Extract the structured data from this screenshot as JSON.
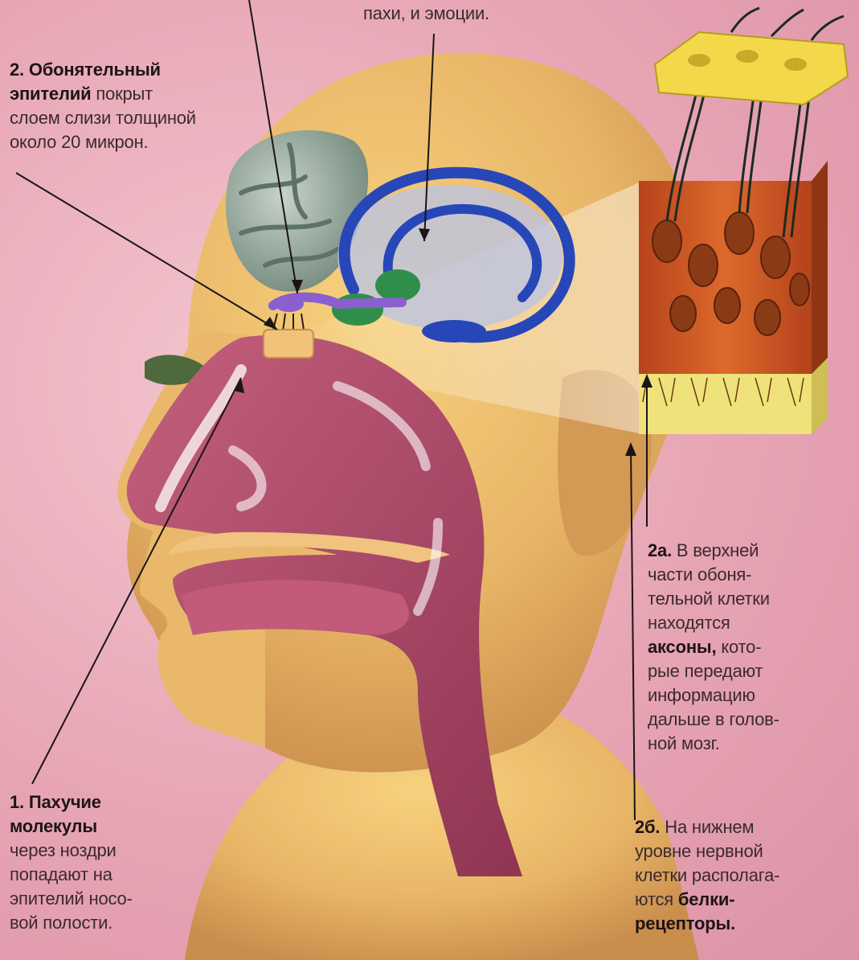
{
  "colors": {
    "background": "#e7a5b4",
    "skin": "#e7b56e",
    "nasal_cavity": "#b14d6c",
    "brain": "#8fa396",
    "limbic": "#2747b8",
    "bulb": "#8a5fd0",
    "cells": "#c5541f",
    "axon_block": "#f3d84a"
  },
  "labels": {
    "top_left": {
      "line1": ""
    },
    "top_center": {
      "line1": "пахи, и эмоции."
    },
    "epithelium": {
      "num": "2.",
      "bold1": "Обонятельный",
      "bold2": "эпителий",
      "line2_rest": " покрыт",
      "line3": "слоем слизи толщиной",
      "line4": "около 20 микрон."
    },
    "axons": {
      "num": "2а.",
      "l1_rest": " В верхней",
      "l2": "части обоня-",
      "l3": "тельной клетки",
      "l4": "находятся",
      "bold": "аксоны,",
      "l5_rest": " кото-",
      "l6": "рые передают",
      "l7": "информацию",
      "l8": "дальше в голов-",
      "l9": "ной мозг."
    },
    "molecules": {
      "num": "1.",
      "bold1": "Пахучие",
      "bold2": "молекулы",
      "l3": "через ноздри",
      "l4": "попадают на",
      "l5": "эпителий носо-",
      "l6": "вой полости."
    },
    "receptors": {
      "num": "2б.",
      "l1_rest": " На нижнем",
      "l2": "уровне нервной",
      "l3": "клетки располага-",
      "l4": "ются",
      "bold1": " белки-",
      "bold2": "рецепторы."
    }
  }
}
